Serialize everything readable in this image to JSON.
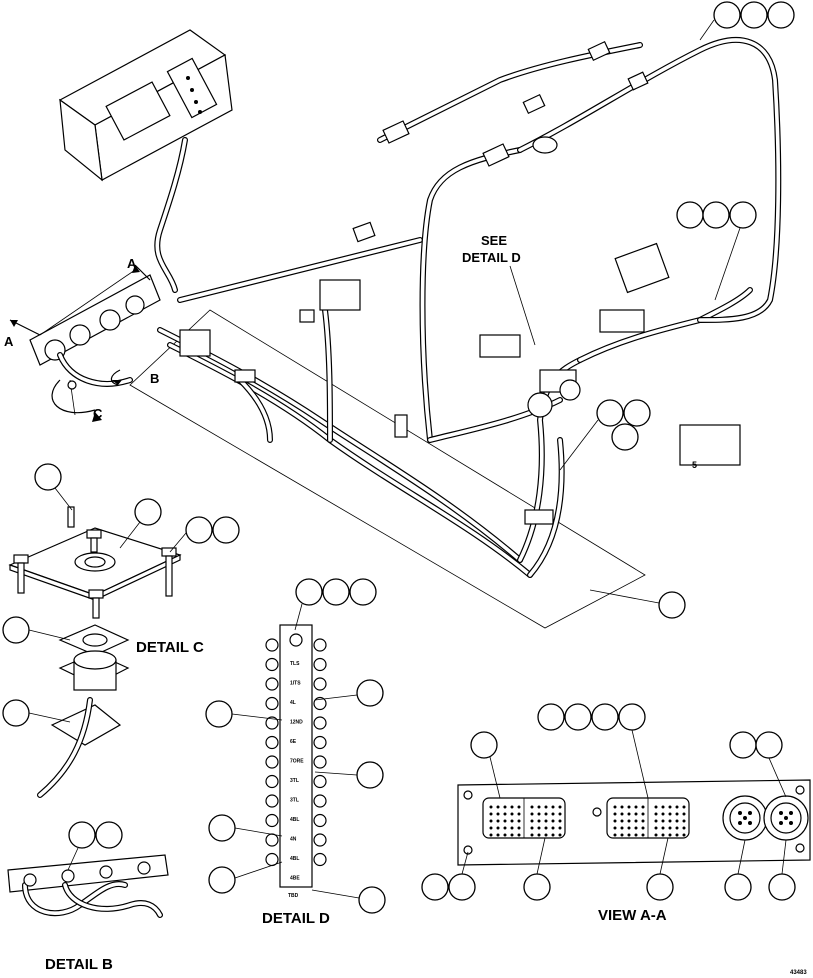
{
  "labels": {
    "view_a_top": "A",
    "view_a_left": "A",
    "arrow_b": "B",
    "arrow_c": "C",
    "see_detail_d_line1": "SEE",
    "see_detail_d_line2": "DETAIL D",
    "detail_b": "DETAIL B",
    "detail_c": "DETAIL C",
    "detail_d": "DETAIL D",
    "view_aa": "VIEW A-A",
    "figure_number": "43483"
  },
  "detail_d_terminal_labels": [
    "TLS",
    "1ITS",
    "4L",
    "12ND",
    "6E",
    "7ORE",
    "3TL",
    "3TL",
    "4BL",
    "4N",
    "4BL",
    "4BE"
  ],
  "detail_d_bottom_label": "TBD",
  "colors": {
    "line": "#000000",
    "background": "#ffffff"
  }
}
